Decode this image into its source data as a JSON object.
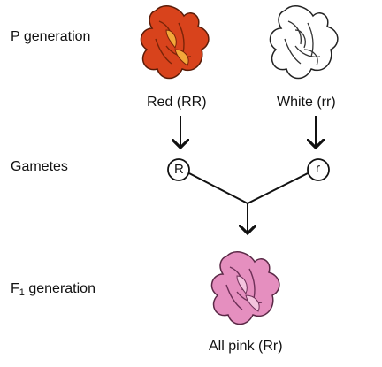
{
  "rows": {
    "p_generation": "P generation",
    "gametes": "Gametes",
    "f1_prefix": "F",
    "f1_sub": "1",
    "f1_suffix": " generation"
  },
  "parents": {
    "red": {
      "label": "Red (RR)",
      "color": "#d8431c"
    },
    "white": {
      "label": "White (rr)",
      "color": "#ffffff"
    }
  },
  "gametes": {
    "red_allele": "R",
    "white_allele": "r"
  },
  "offspring": {
    "label": "All pink (Rr)",
    "color": "#e58fbf"
  }
}
